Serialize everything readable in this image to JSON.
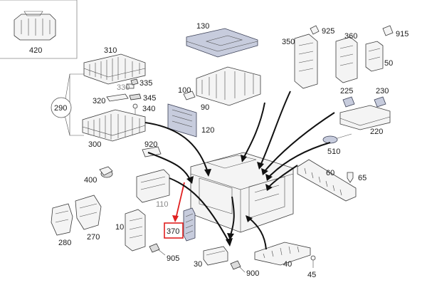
{
  "diagram": {
    "labels": {
      "p420": "420",
      "p310": "310",
      "p290": "290",
      "p330": "330",
      "p335": "335",
      "p320": "320",
      "p345": "345",
      "p340": "340",
      "p300": "300",
      "p130": "130",
      "p100": "100",
      "p90": "90",
      "p120": "120",
      "p350": "350",
      "p925": "925",
      "p360": "360",
      "p915": "915",
      "p50": "50",
      "p225": "225",
      "p230": "230",
      "p220": "220",
      "p510": "510",
      "p60": "60",
      "p65": "65",
      "p920": "920",
      "p400": "400",
      "p110": "110",
      "p370": "370",
      "p280": "280",
      "p270": "270",
      "p10": "10",
      "p905": "905",
      "p30": "30",
      "p900": "900",
      "p40": "40",
      "p45": "45"
    },
    "highlight_color": "#e02020",
    "highlighted_part": "370"
  }
}
